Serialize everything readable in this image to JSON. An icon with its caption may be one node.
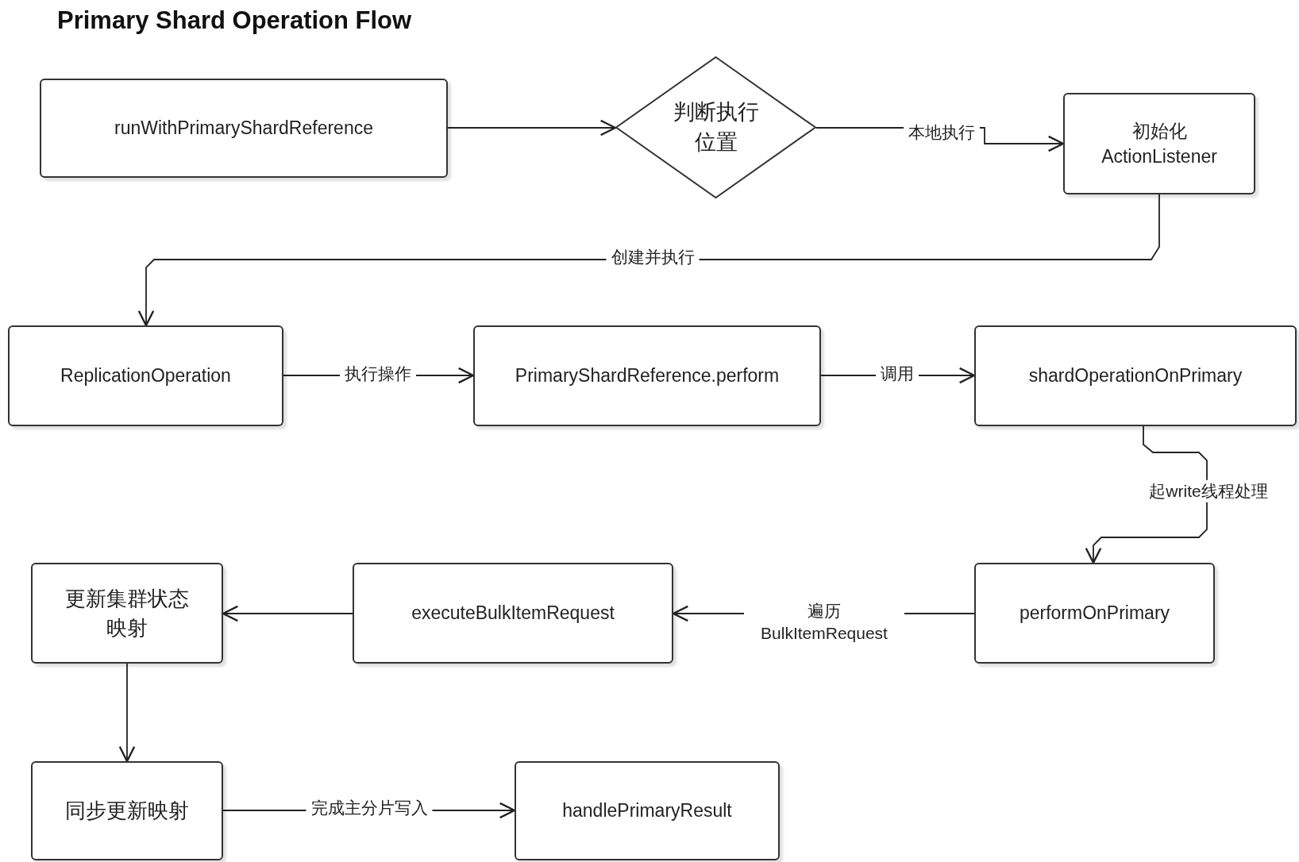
{
  "diagram": {
    "title": "Primary Shard Operation Flow",
    "nodes": [
      {
        "text": [
          "runWithPrimaryShardReference"
        ]
      },
      {
        "text": [
          "判断执行位置"
        ]
      },
      {
        "text": [
          "初始化 ActionListener"
        ]
      },
      {
        "text": [
          "ReplicationOperation"
        ]
      },
      {
        "text": [
          "PrimaryShardReference.perform"
        ]
      },
      {
        "text": [
          "shardOperationOnPrimary"
        ]
      },
      {
        "text": [
          "performOnPrimary"
        ]
      },
      {
        "text": [
          "executeBulkItemRequest"
        ]
      },
      {
        "text": [
          "更新集群状态映射"
        ]
      },
      {
        "text": [
          "同步更新映射"
        ]
      },
      {
        "text": [
          "handlePrimaryResult"
        ]
      }
    ],
    "edges": [
      {
        "from": 0,
        "to": 1,
        "arrow": "to"
      },
      {
        "from": 1,
        "to": 2,
        "arrow": "to",
        "label": "本地执行"
      },
      {
        "from": 2,
        "to": 3,
        "arrow": "to",
        "label": "创建并执行"
      },
      {
        "from": 3,
        "to": 4,
        "arrow": "to",
        "label": "执行操作"
      },
      {
        "from": 4,
        "to": 5,
        "arrow": "to",
        "label": "调用"
      },
      {
        "from": 5,
        "to": 6,
        "arrow": "to",
        "label": "起write线程处理"
      },
      {
        "from": 6,
        "to": 7,
        "arrow": "to",
        "label": "遍历 BulkItemRequest"
      },
      {
        "from": 7,
        "to": 8,
        "arrow": "to"
      },
      {
        "from": 8,
        "to": 9,
        "arrow": "to"
      },
      {
        "from": 9,
        "to": 10,
        "arrow": "to",
        "label": "完成主分片写入"
      }
    ]
  }
}
